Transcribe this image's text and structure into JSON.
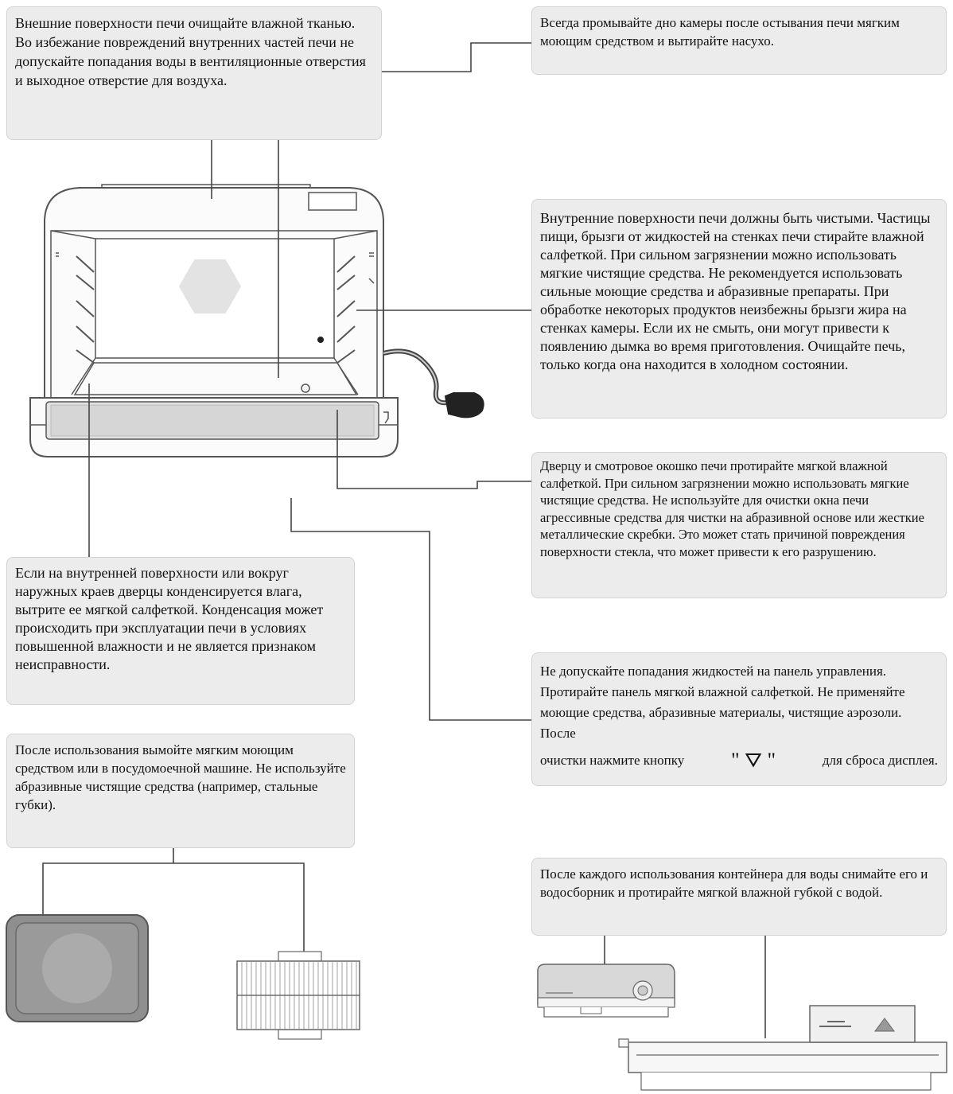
{
  "callouts": {
    "exterior": "Внешние поверхности печи очищайте влажной тканью. Во избежание повреждений внутренних частей печи не допускайте попадания воды в вентиляционные отверстия и выходное отверстие для воздуха.",
    "chamber_bottom": "Всегда промывайте дно камеры после остывания печи мягким моющим средством и вытирайте насухо.",
    "interior": "Внутренние поверхности печи должны быть чистыми. Частицы пищи, брызги от жидкостей на стенках печи стирайте влажной салфеткой. При сильном загрязнении можно использовать мягкие чистящие средства. Не рекомендуется использовать сильные моющие средства и абразивные препараты. При обработке некоторых продуктов неизбежны брызги жира на стенках камеры. Если их не смыть, они могут привести к появлению дымка во время приготовления. Очищайте печь, только когда она находится в холодном состоянии.",
    "door": "Дверцу и смотровое окошко печи протирайте мягкой влажной салфеткой. При сильном загрязнении можно использовать мягкие чистящие средства. Не используйте для очистки окна печи агрессивные средства для чистки на абразивной основе или жесткие металлические скребки. Это может стать причиной повреждения поверхности стекла, что может привести к его разрушению.",
    "condensation": "Если на внутренней поверхности или вокруг наружных краев дверцы конденсируется влага, вытрите ее мягкой салфеткой. Конденсация может происходить при эксплуатации печи в условиях повышенной влажности и не является признаком неисправности.",
    "control_panel_text": "Не допускайте попадания жидкостей на панель управления. Протирайте панель мягкой влажной салфеткой. Не применяйте моющие средства, абразивные материалы, чистящие аэрозоли. После",
    "control_panel_before_icon": "очистки нажмите кнопку",
    "control_panel_icon": "\" ⛛ \"",
    "control_panel_after_icon": "для сброса дисплея.",
    "accessories": "После использования вымойте мягким моющим средством или в посудомоечной машине. Не используйте абразивные чистящие средства (например, стальные губки).",
    "water_container": "После каждого использования контейнера для воды снимайте его и водосборник и протирайте мягкой влажной губкой с водой."
  },
  "icons": {
    "stop_button": "stop-reset-icon"
  }
}
